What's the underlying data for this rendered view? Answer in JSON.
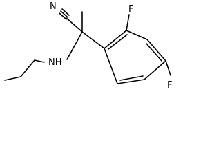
{
  "molecule": {
    "atoms": {
      "nitrile_n": "N",
      "f_top": "F",
      "f_right": "F",
      "amine_nh": "NH"
    }
  }
}
